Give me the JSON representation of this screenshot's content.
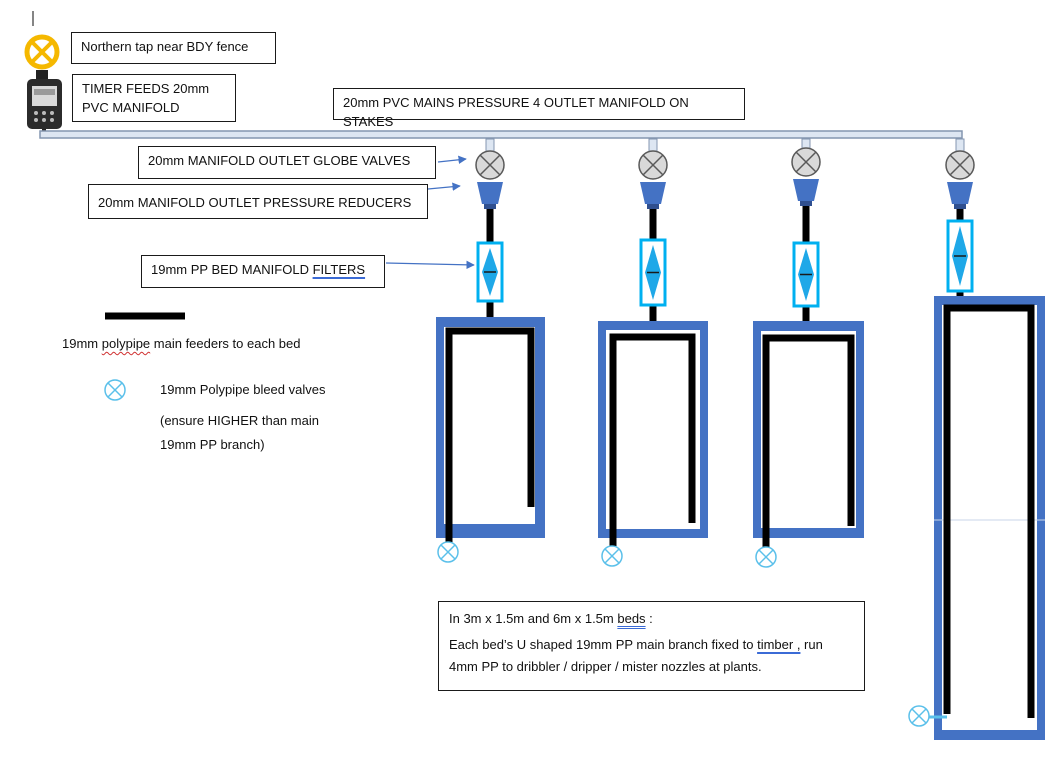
{
  "labels": {
    "tap": "Northern tap near BDY fence",
    "timer_line1": "TIMER FEEDS 20mm",
    "timer_line2": "PVC MANIFOLD",
    "manifold": "20mm PVC MAINS PRESSURE 4 OUTLET MANIFOLD ON STAKES",
    "globe_valves": "20mm MANIFOLD OUTLET GLOBE VALVES",
    "pressure_reducers": "20mm MANIFOLD OUTLET PRESSURE REDUCERS",
    "filters_pre": "19mm PP BED MANIFOLD ",
    "filters_word": "FILTERS"
  },
  "legend": {
    "feeder_pre": "19mm ",
    "feeder_word": "polypipe",
    "feeder_post": " main feeders to each bed",
    "bleed": "19mm Polypipe bleed valves",
    "note_line1": "(ensure HIGHER than main",
    "note_line2": "19mm PP branch)"
  },
  "note": {
    "line1_pre": "In 3m x 1.5m and 6m x 1.5m ",
    "line1_word": "beds",
    "line1_post": " :",
    "line2_pre": "Each bed’s U shaped 19mm PP main branch fixed to ",
    "line2_word": "timber ,",
    "line2_post": " run",
    "line3": "4mm PP to dribbler / dripper / mister nozzles at plants."
  },
  "colors": {
    "bed_border": "#4472c4",
    "reducer": "#4472c4",
    "filter_frame": "#00b0f0",
    "filter_body": "#1fa8e8",
    "polypipe": "#000000",
    "tap": "#f5b800",
    "manifold_fill": "#dde6f2",
    "manifold_stroke": "#8496b0",
    "bleed_valve": "#5bc0ea",
    "arrow": "#4472c4"
  },
  "icons": [
    "tap-valve-icon",
    "timer-icon",
    "globe-valve-icon",
    "pressure-reducer-icon",
    "filter-icon",
    "bleed-valve-icon"
  ]
}
